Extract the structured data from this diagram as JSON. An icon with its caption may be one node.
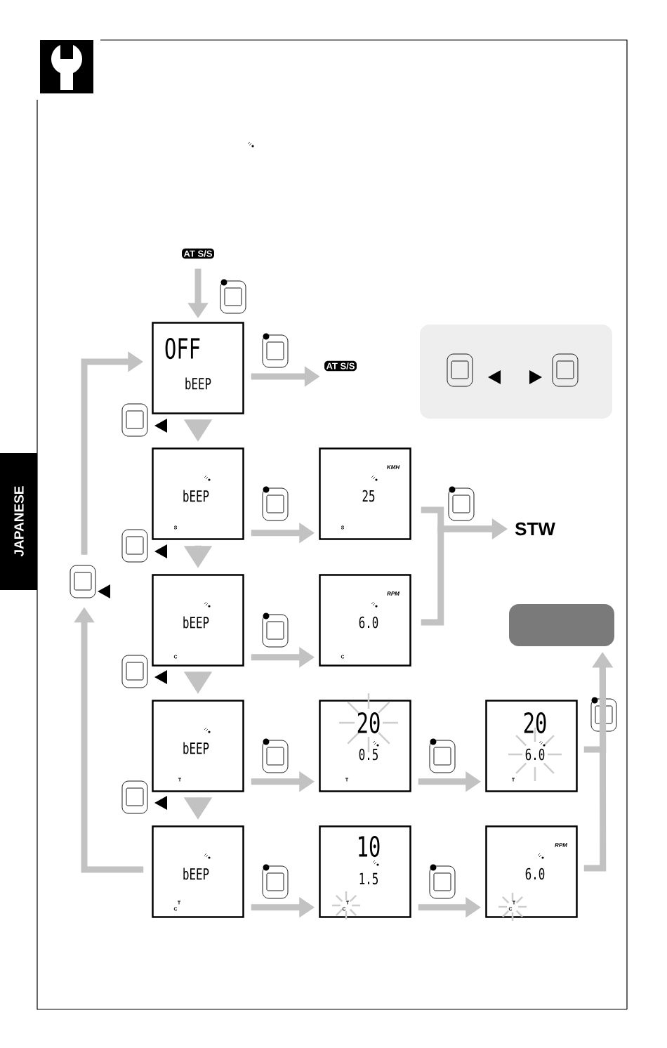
{
  "diagram": {
    "nodes": [
      {
        "text": [
          "AT S/S"
        ]
      },
      {
        "text": [
          "OFF",
          "bEEP"
        ]
      },
      {
        "text": [
          "AT S/S"
        ]
      },
      {
        "text": [
          "bEEP",
          "S"
        ]
      },
      {
        "text": [
          "KMH",
          "25",
          "S"
        ]
      },
      {
        "text": [
          "STW"
        ]
      },
      {
        "text": [
          "bEEP",
          "C"
        ]
      },
      {
        "text": [
          "RPM",
          "6.0",
          "C"
        ]
      },
      {
        "text": [],
        "shape": "box"
      },
      {
        "text": [
          "bEEP",
          "T"
        ]
      },
      {
        "text": [
          "20",
          "0.5",
          "T"
        ]
      },
      {
        "text": [
          "20",
          "6.0",
          "T"
        ]
      },
      {
        "text": [
          "bEEP",
          "C",
          "T"
        ]
      },
      {
        "text": [
          "10",
          "1.5",
          "C",
          "T"
        ]
      },
      {
        "text": [
          "RPM",
          "6.0",
          "C",
          "T"
        ]
      },
      {
        "text": [],
        "shape": "button"
      }
    ],
    "edges": [
      {
        "from": 0,
        "to": 1,
        "arrow": "to"
      },
      {
        "from": 1,
        "to": 2,
        "arrow": "to"
      },
      {
        "from": 1,
        "to": 3,
        "arrow": "to"
      },
      {
        "from": 3,
        "to": 4,
        "arrow": "to"
      },
      {
        "from": 4,
        "to": 5,
        "arrow": "to"
      },
      {
        "from": 3,
        "to": 6,
        "arrow": "to"
      },
      {
        "from": 6,
        "to": 7,
        "arrow": "to"
      },
      {
        "from": 7,
        "to": 5,
        "arrow": "to"
      },
      {
        "from": 6,
        "to": 9,
        "arrow": "to"
      },
      {
        "from": 9,
        "to": 10,
        "arrow": "to"
      },
      {
        "from": 10,
        "to": 11,
        "arrow": "to"
      },
      {
        "from": 11,
        "to": 8,
        "arrow": "to"
      },
      {
        "from": 9,
        "to": 12,
        "arrow": "to"
      },
      {
        "from": 12,
        "to": 13,
        "arrow": "to"
      },
      {
        "from": 13,
        "to": 14,
        "arrow": "to"
      },
      {
        "from": 14,
        "to": 8,
        "arrow": "to"
      },
      {
        "from": 12,
        "to": 15,
        "arrow": "to"
      },
      {
        "from": 15,
        "to": 1,
        "arrow": "to"
      }
    ],
    "labels": [
      "JAPANESE"
    ]
  }
}
